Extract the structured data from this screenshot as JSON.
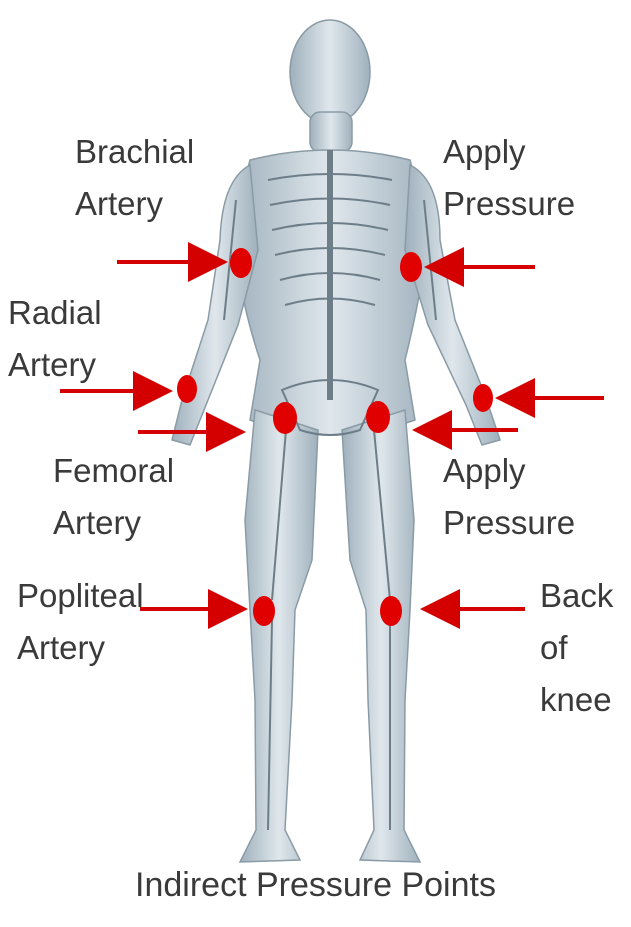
{
  "labels": {
    "brachial": [
      "Brachial",
      "Artery"
    ],
    "radial": [
      "Radial",
      "Artery"
    ],
    "femoral": [
      "Femoral",
      "Artery"
    ],
    "popliteal": [
      "Popliteal",
      "Artery"
    ],
    "apply_pressure_upper": [
      "Apply",
      "Pressure"
    ],
    "apply_pressure_lower": [
      "Apply",
      "Pressure"
    ],
    "back_of_knee": [
      "Back",
      "of",
      "knee"
    ]
  },
  "caption": "Indirect Pressure Points",
  "colors": {
    "marker": "#e00000",
    "arrow": "#d40000",
    "text": "#3a3a3a",
    "body": "#b9c8d2",
    "skeleton": "#6e7e88"
  }
}
